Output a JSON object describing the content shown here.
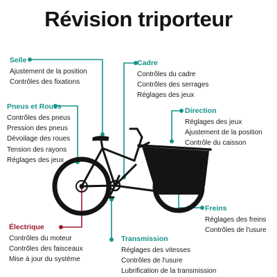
{
  "title": "Révision triporteur",
  "colors": {
    "accent": "#15938a",
    "electric": "#9b1b30",
    "text": "#1a1a1a",
    "frame": "#141414"
  },
  "groups": {
    "selle": {
      "head": "Selle",
      "items": [
        "Ajustement de la position",
        "Contrôles des fixations"
      ]
    },
    "pneus": {
      "head": "Pneus et Roues",
      "items": [
        "Contrôles des pneus",
        "Pression des pneus",
        "Dévoilage des roues",
        "Tension des rayons",
        "Réglages des jeux"
      ]
    },
    "electrique": {
      "head": "Électrique",
      "items": [
        "Contrôles du moteur",
        "Contrôles des faisceaux",
        "Mise à jour du système"
      ]
    },
    "cadre": {
      "head": "Cadre",
      "items": [
        "Contrôles du cadre",
        "Contrôles des serrages",
        "Réglages des jeux"
      ]
    },
    "direction": {
      "head": "Direction",
      "items": [
        "Réglages des jeux",
        "Ajustement de la position",
        "Contrôle du caisson"
      ]
    },
    "freins": {
      "head": "Freins",
      "items": [
        "Réglages des freins",
        "Contrôles de l'usure"
      ]
    },
    "transmission": {
      "head": "Transmission",
      "items": [
        "Réglages des vitesses",
        "Contrôles de l'usure",
        "Lubrification de la transmission"
      ]
    }
  }
}
